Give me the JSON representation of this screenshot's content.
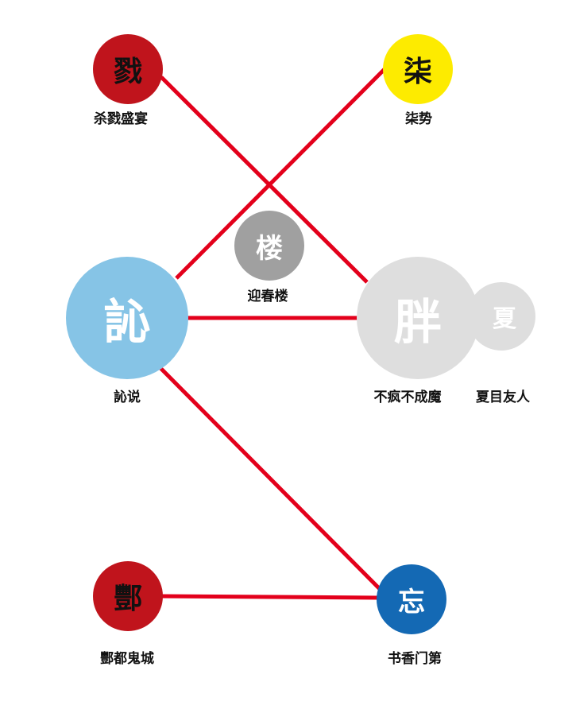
{
  "nodes": {
    "lu": {
      "char": "戮",
      "label": "杀戮盛宴",
      "color": "#c0141c",
      "text_color": "#111111"
    },
    "qi": {
      "char": "柒",
      "label": "柒势",
      "color": "#fdeb00",
      "text_color": "#111111"
    },
    "lou": {
      "char": "楼",
      "label": "迎春楼",
      "color": "#a0a0a0",
      "text_color": "#ffffff"
    },
    "e": {
      "char": "訫",
      "label": "訫说",
      "color": "#86c4e6",
      "text_color": "#ffffff"
    },
    "pang": {
      "char": "胖",
      "label": "不疯不成魔",
      "color": "#dedede",
      "text_color": "#ffffff"
    },
    "xia": {
      "char": "夏",
      "label": "夏目友人",
      "color": "#dedede",
      "text_color": "#ffffff"
    },
    "feng": {
      "char": "酆",
      "label": "酆都鬼城",
      "color": "#c0141c",
      "text_color": "#111111"
    },
    "wang": {
      "char": "忘",
      "label": "书香门第",
      "color": "#1469b4",
      "text_color": "#ffffff"
    }
  },
  "link_color": "#e3001b"
}
